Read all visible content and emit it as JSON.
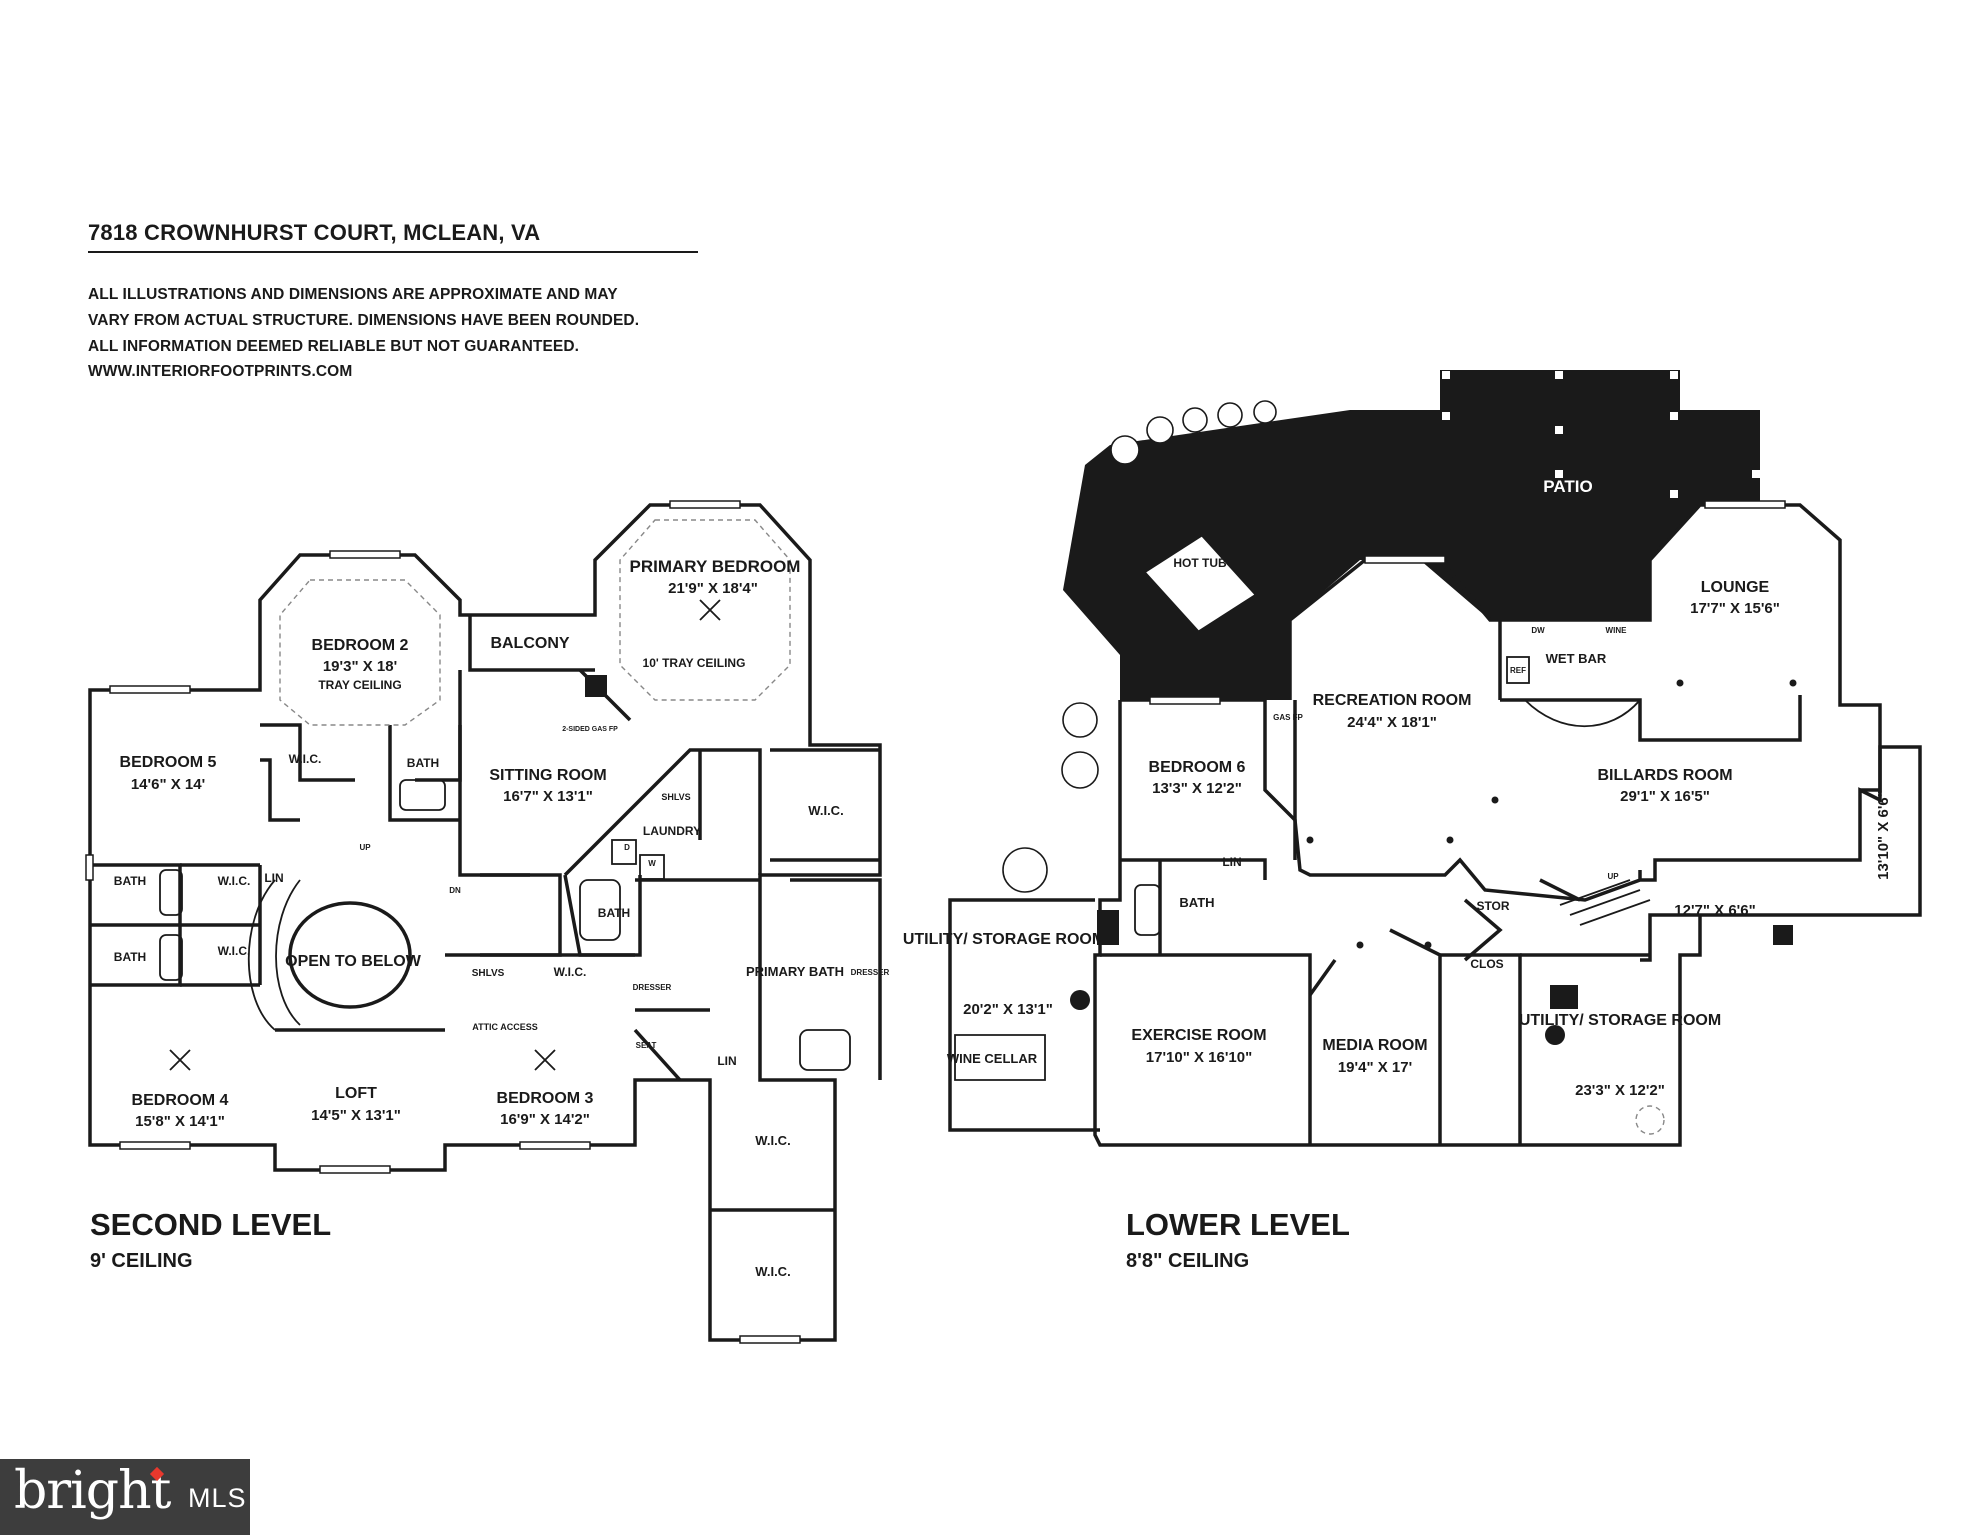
{
  "header": {
    "title": "7818 CROWNHURST COURT, MCLEAN, VA",
    "disclaimer_lines": [
      "ALL ILLUSTRATIONS AND DIMENSIONS ARE APPROXIMATE AND MAY",
      "VARY FROM ACTUAL STRUCTURE. DIMENSIONS HAVE BEEN ROUNDED.",
      "ALL INFORMATION DEEMED RELIABLE BUT NOT GUARANTEED.",
      "WWW.INTERIORFOOTPRINTS.COM"
    ]
  },
  "levels": {
    "second": {
      "name": "SECOND LEVEL",
      "ceiling": "9' CEILING"
    },
    "lower": {
      "name": "LOWER LEVEL",
      "ceiling": "8'8\" CEILING"
    }
  },
  "rooms": {
    "primary_bedroom": {
      "name": "PRIMARY BEDROOM",
      "dims": "21'9\" X 18'4\"",
      "note": "10' TRAY CEILING"
    },
    "bedroom2": {
      "name": "BEDROOM 2",
      "dims": "19'3\" X 18'",
      "note": "TRAY CEILING"
    },
    "balcony": {
      "name": "BALCONY"
    },
    "bedroom5": {
      "name": "BEDROOM 5",
      "dims": "14'6\" X 14'"
    },
    "sitting_room": {
      "name": "SITTING ROOM",
      "dims": "16'7\" X 13'1\""
    },
    "wic_pb": {
      "name": "W.I.C."
    },
    "laundry": {
      "name": "LAUNDRY"
    },
    "bath_b2": {
      "name": "BATH"
    },
    "wic_b2": {
      "name": "W.I.C."
    },
    "bath_a": {
      "name": "BATH"
    },
    "bath_b": {
      "name": "BATH"
    },
    "wic_a": {
      "name": "W.I.C."
    },
    "wic_b": {
      "name": "W.I.C."
    },
    "lin_a": {
      "name": "LIN"
    },
    "open_below": {
      "name": "OPEN TO BELOW"
    },
    "bath_laundry": {
      "name": "BATH"
    },
    "primary_bath": {
      "name": "PRIMARY BATH"
    },
    "wic_hall": {
      "name": "W.I.C."
    },
    "shlvs_a": {
      "name": "SHLVS"
    },
    "shlvs_b": {
      "name": "SHLVS"
    },
    "attic": {
      "name": "ATTIC ACCESS"
    },
    "bedroom4": {
      "name": "BEDROOM 4",
      "dims": "15'8\" X 14'1\""
    },
    "loft": {
      "name": "LOFT",
      "dims": "14'5\" X 13'1\""
    },
    "bedroom3": {
      "name": "BEDROOM 3",
      "dims": "16'9\" X 14'2\""
    },
    "lin_b": {
      "name": "LIN"
    },
    "wic_c1": {
      "name": "W.I.C."
    },
    "wic_c2": {
      "name": "W.I.C."
    },
    "dresser_a": {
      "name": "DRESSER"
    },
    "dresser_b": {
      "name": "DRESSER"
    },
    "seat": {
      "name": "SEAT"
    },
    "gas_fp_2": {
      "name": "2-SIDED GAS FP"
    },
    "up_2": {
      "name": "UP"
    },
    "dn_2": {
      "name": "DN"
    },
    "d_label": {
      "name": "D"
    },
    "w_label": {
      "name": "W"
    },
    "patio": {
      "name": "PATIO"
    },
    "hot_tub": {
      "name": "HOT TUB"
    },
    "lounge": {
      "name": "LOUNGE",
      "dims": "17'7\" X 15'6\""
    },
    "recreation": {
      "name": "RECREATION ROOM",
      "dims": "24'4\" X 18'1\""
    },
    "wet_bar": {
      "name": "WET BAR"
    },
    "dw": {
      "name": "DW"
    },
    "wine_tag": {
      "name": "WINE"
    },
    "ref": {
      "name": "REF"
    },
    "gas_fp": {
      "name": "GAS FP"
    },
    "bedroom6": {
      "name": "BEDROOM 6",
      "dims": "13'3\" X 12'2\""
    },
    "billiards": {
      "name": "BILLARDS ROOM",
      "dims": "29'1\" X 16'5\""
    },
    "side_a": {
      "dims": "13'10\" X 6'6\""
    },
    "side_b": {
      "dims": "12'7\" X 6'6\""
    },
    "lin_c": {
      "name": "LIN"
    },
    "bath_ll": {
      "name": "BATH"
    },
    "stor": {
      "name": "STOR"
    },
    "clos": {
      "name": "CLOS"
    },
    "up_ll": {
      "name": "UP"
    },
    "utility1": {
      "name": "UTILITY/ STORAGE ROOM",
      "dims": "20'2\" X 13'1\""
    },
    "wine_cellar": {
      "name": "WINE CELLAR"
    },
    "exercise": {
      "name": "EXERCISE ROOM",
      "dims": "17'10\" X 16'10\""
    },
    "media": {
      "name": "MEDIA ROOM",
      "dims": "19'4\" X 17'"
    },
    "utility2": {
      "name": "UTILITY/ STORAGE ROOM",
      "dims": "23'3\" X 12'2\""
    }
  },
  "logo": {
    "word": "bright",
    "suffix": "MLS"
  }
}
